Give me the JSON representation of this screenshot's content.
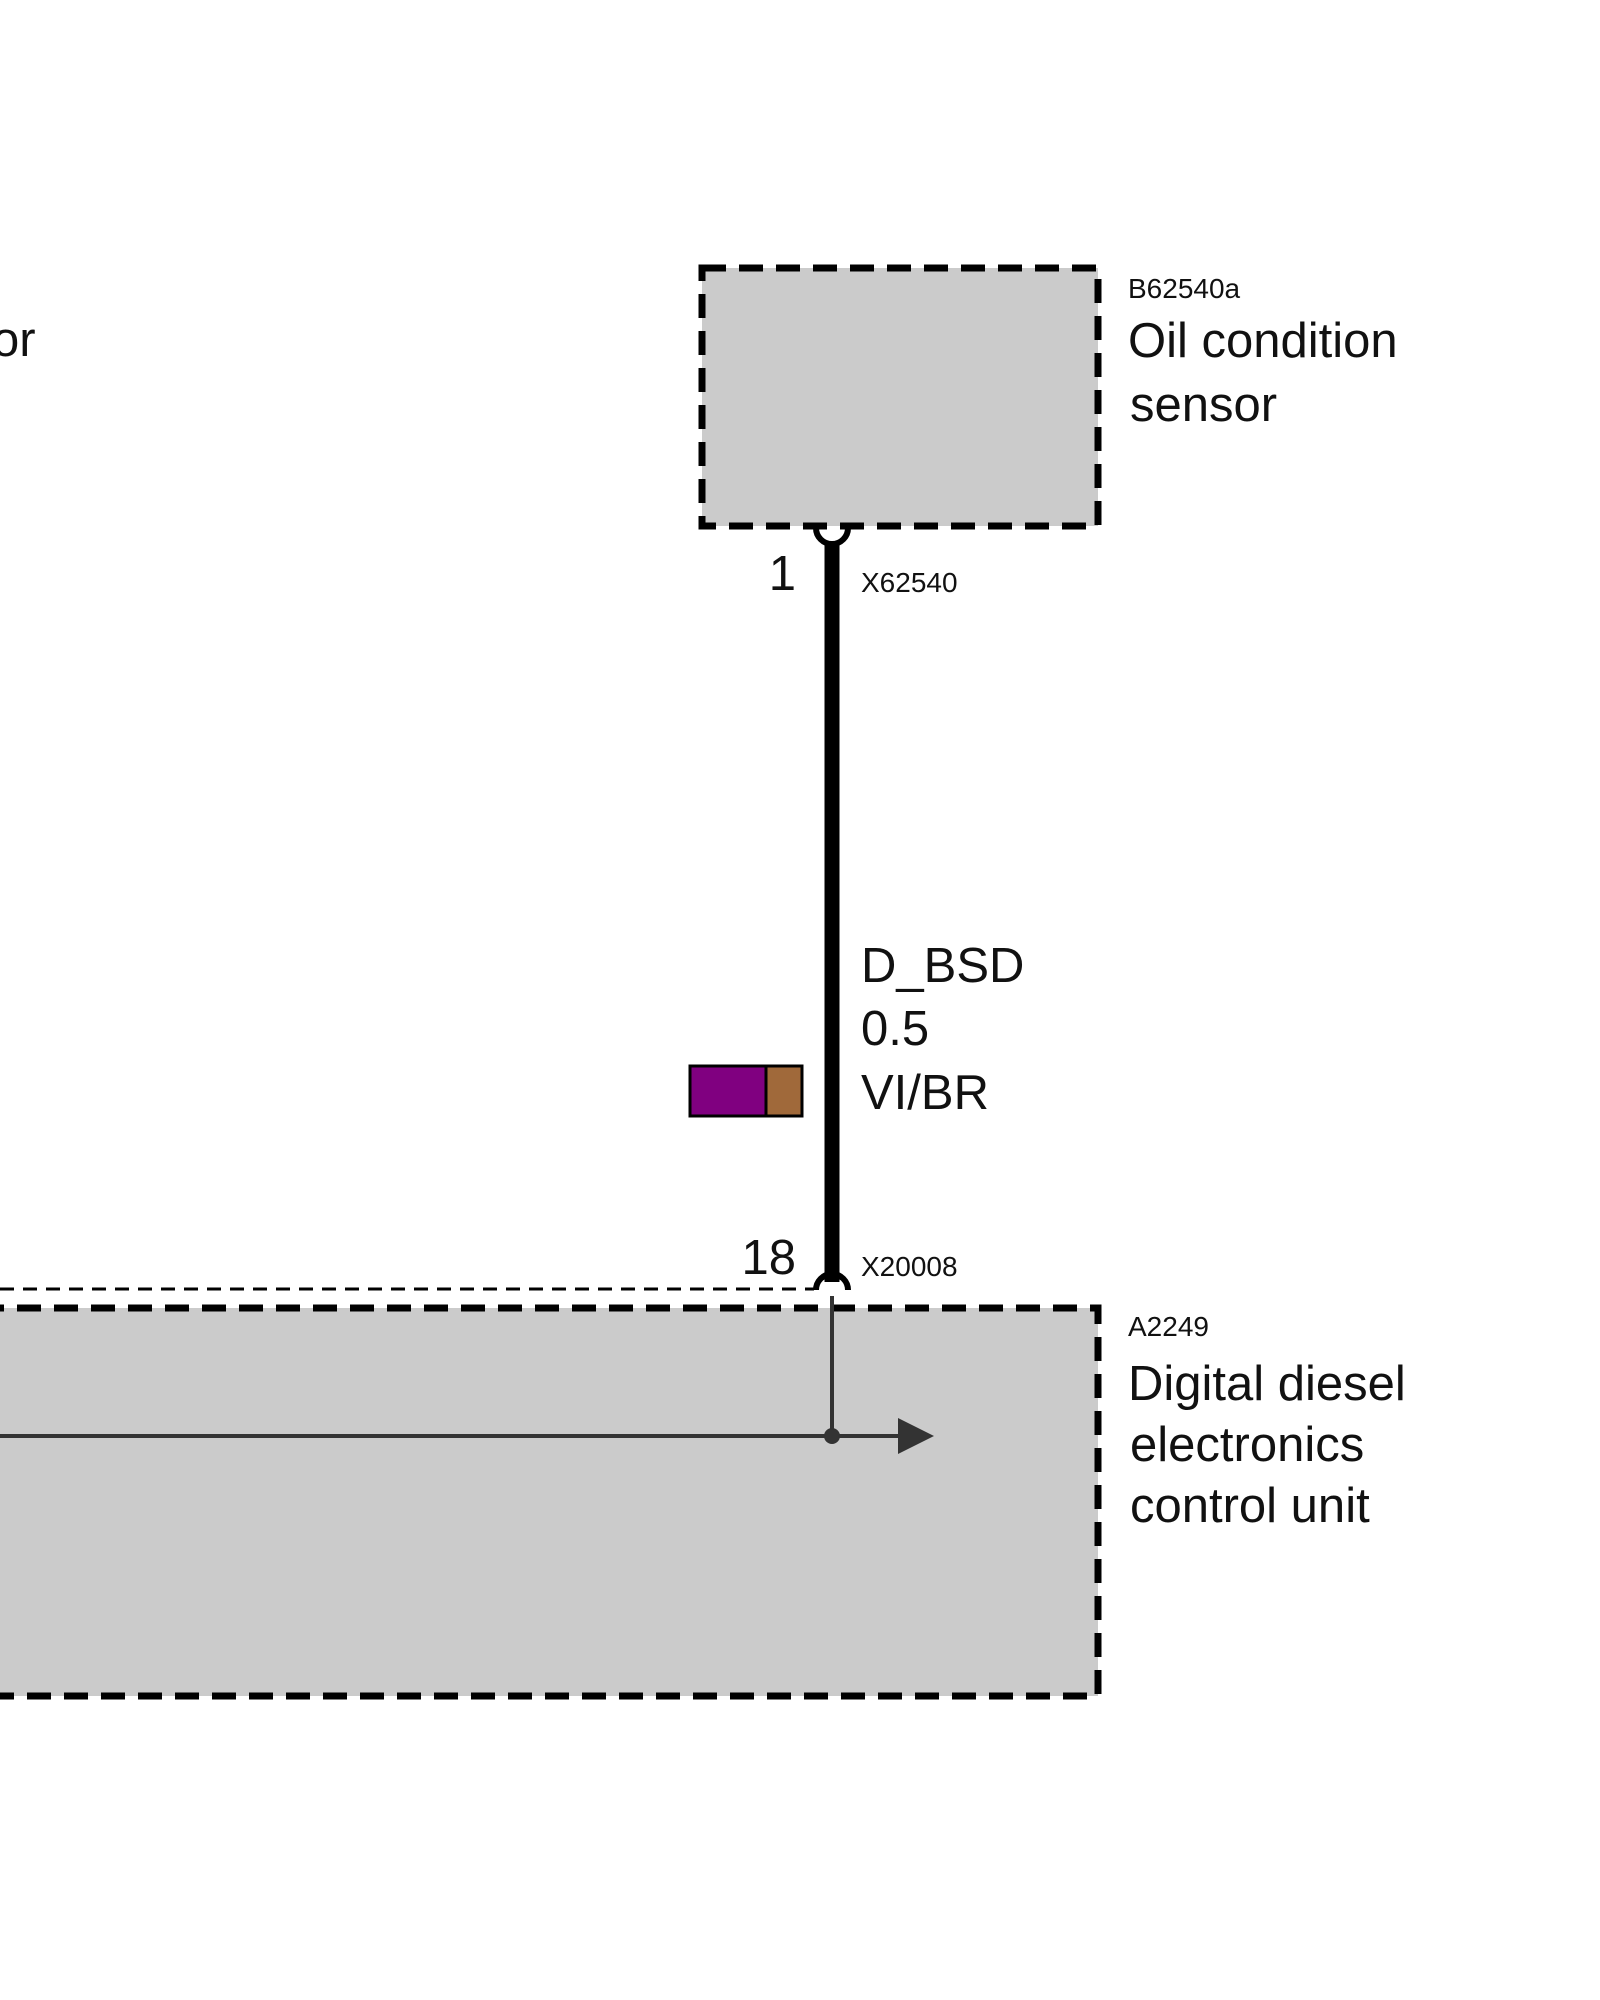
{
  "offscreen_component": {
    "label_fragment": "or"
  },
  "sensor": {
    "code": "B62540a",
    "name_lines": [
      "Oil condition",
      "sensor"
    ]
  },
  "sensor_connector": {
    "pin": "1",
    "code": "X62540"
  },
  "wire": {
    "signal": "D_BSD",
    "cross_section": "0.5",
    "color_code": "VI/BR",
    "colors": {
      "primary": "#800080",
      "stripe": "#A0693A"
    }
  },
  "control_unit_connector": {
    "pin": "18",
    "code": "X20008"
  },
  "control_unit": {
    "code": "A2249",
    "name_lines": [
      "Digital diesel",
      "electronics",
      "control unit"
    ]
  },
  "component_fill": "#CBCBCB"
}
